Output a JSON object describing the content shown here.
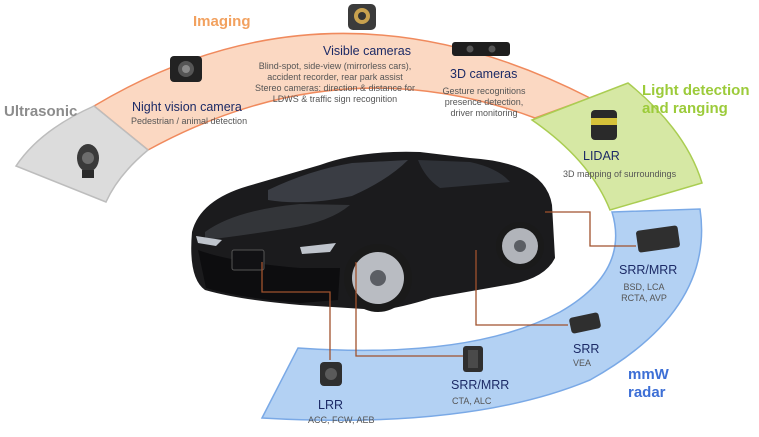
{
  "categories": {
    "imaging": {
      "label": "Imaging",
      "color": "#f2a15f",
      "band_fill": "#fbd8c2",
      "band_stroke": "#f08a5d"
    },
    "ultrasonic": {
      "label": "Ultrasonic",
      "color": "#8c8c8c",
      "band_fill": "#dcdcdc",
      "band_stroke": "#bdbdbd"
    },
    "lidar": {
      "label_line1": "Light detection",
      "label_line2": "and ranging",
      "color": "#9ccb3a",
      "band_fill": "#d6e8a4",
      "band_stroke": "#aacd52"
    },
    "radar": {
      "label_line1": "mmW",
      "label_line2": "radar",
      "color": "#3d6fd6",
      "band_fill": "#b3d1f3",
      "band_stroke": "#7aa9e6"
    }
  },
  "sensors": {
    "night_vision": {
      "title": "Night vision camera",
      "desc": "Pedestrian / animal detection"
    },
    "visible": {
      "title": "Visible cameras",
      "desc": [
        "Blind-spot, side-view (mirrorless cars),",
        "accident recorder, rear park assist",
        "Stereo cameras: direction & distance for",
        "LDWS & traffic sign recognition"
      ]
    },
    "three_d": {
      "title": "3D cameras",
      "desc": [
        "Gesture recognitions",
        "presence detection,",
        "driver monitoring"
      ]
    },
    "lidar": {
      "title": "LIDAR",
      "desc": "3D mapping of surroundings"
    },
    "srr_mrr_right": {
      "title": "SRR/MRR",
      "desc": [
        "BSD, LCA",
        "RCTA, AVP"
      ]
    },
    "srr": {
      "title": "SRR",
      "desc": "VEA"
    },
    "srr_mrr_bottom": {
      "title": "SRR/MRR",
      "desc": "CTA, ALC"
    },
    "lrr": {
      "title": "LRR",
      "desc": "ACC, FCW, AEB"
    }
  },
  "colors": {
    "connector": "#a0522d",
    "car_body": "#1b1b1d",
    "text_dark": "#1c2a66"
  }
}
